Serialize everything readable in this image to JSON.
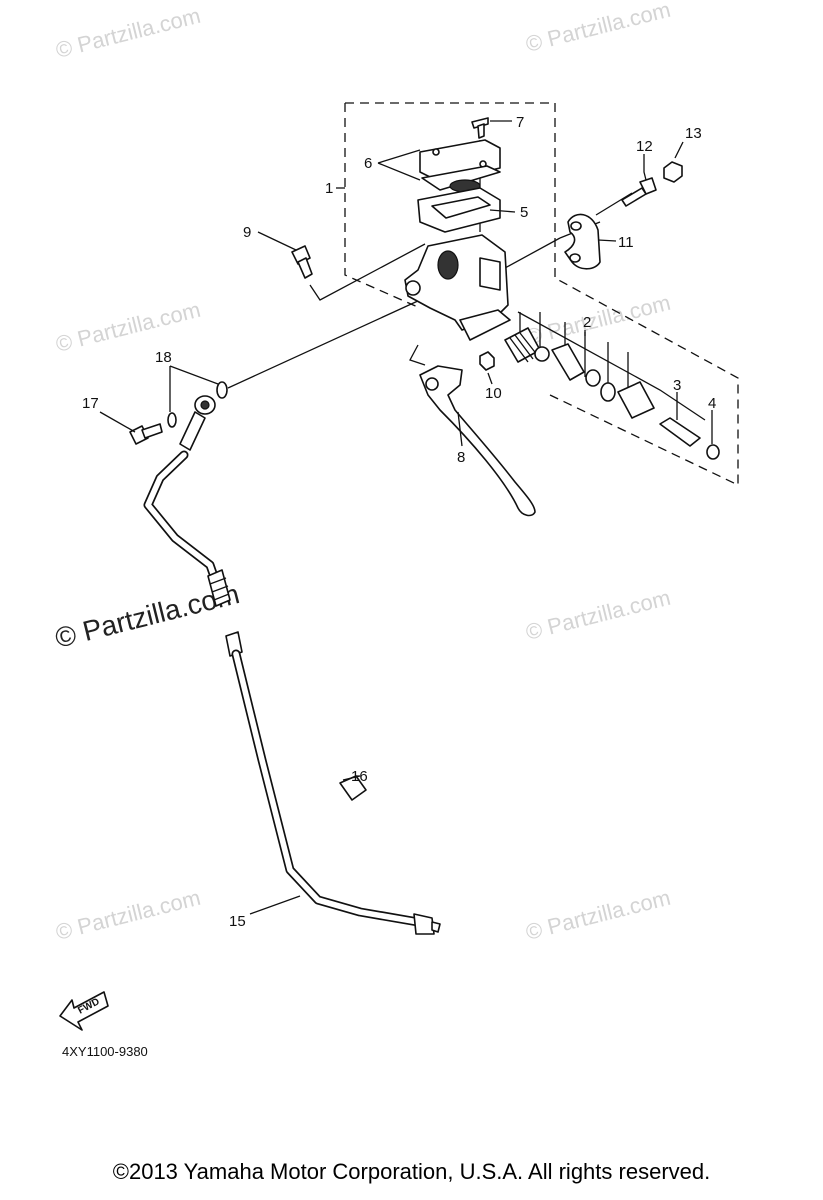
{
  "watermark": {
    "small": "© Partzilla.com",
    "large": "© Partzilla.com"
  },
  "callouts": [
    "1",
    "2",
    "3",
    "4",
    "5",
    "6",
    "7",
    "8",
    "9",
    "10",
    "11",
    "12",
    "13",
    "15",
    "16",
    "17",
    "18"
  ],
  "diagram_code": "4XY1100-9380",
  "fwd_label": "FWD",
  "copyright": "©2013 Yamaha Motor Corporation, U.S.A. All rights reserved."
}
